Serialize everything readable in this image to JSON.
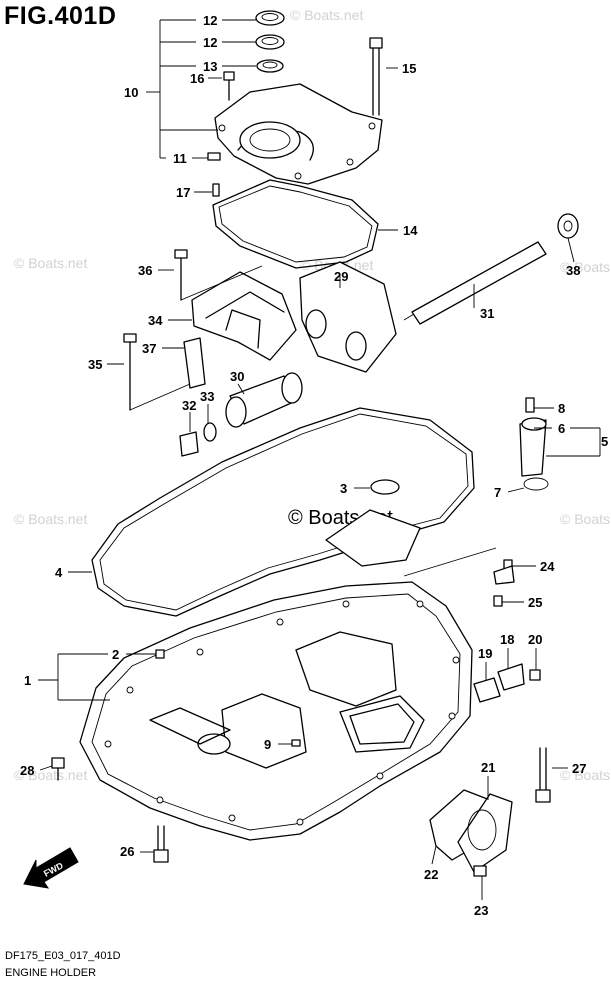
{
  "figure_title": "FIG.401D",
  "diagram_code": "DF175_E03_017_401D",
  "diagram_name": "ENGINE HOLDER",
  "watermark": "© Boats.net",
  "fwd_label": "FWD",
  "callouts": {
    "c1": "1",
    "c2": "2",
    "c3": "3",
    "c4": "4",
    "c5": "5",
    "c6": "6",
    "c7": "7",
    "c8": "8",
    "c9": "9",
    "c10": "10",
    "c11": "11",
    "c12a": "12",
    "c12b": "12",
    "c13": "13",
    "c14": "14",
    "c15": "15",
    "c16": "16",
    "c17": "17",
    "c18": "18",
    "c19": "19",
    "c20": "20",
    "c21": "21",
    "c22": "22",
    "c23": "23",
    "c24": "24",
    "c25": "25",
    "c26": "26",
    "c27": "27",
    "c28": "28",
    "c29": "29",
    "c30": "30",
    "c31": "31",
    "c32": "32",
    "c33": "33",
    "c34": "34",
    "c35": "35",
    "c36": "36",
    "c37": "37",
    "c38": "38"
  }
}
